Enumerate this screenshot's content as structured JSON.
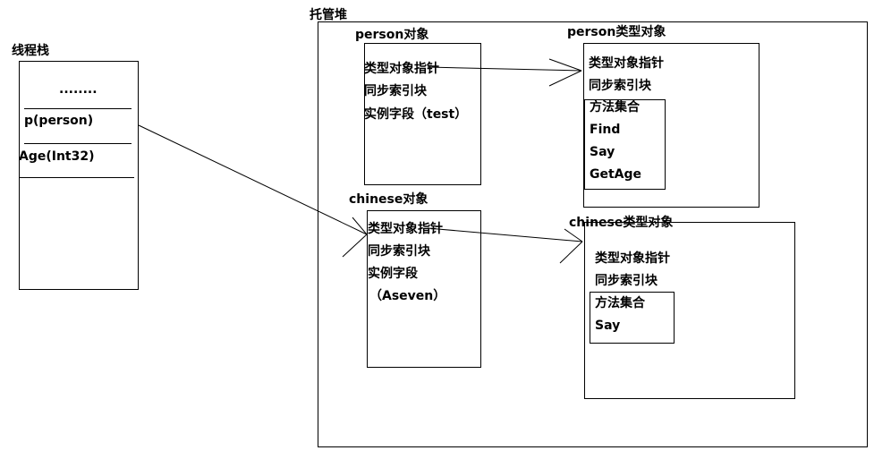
{
  "thread_stack": {
    "title": "线程栈",
    "ellipsis": "........",
    "slot_p": "p(person)",
    "slot_age": "Age(Int32)"
  },
  "managed_heap": {
    "title": "托管堆"
  },
  "person_object": {
    "title": "person对象",
    "type_pointer": "类型对象指针",
    "sync_block": "同步索引块",
    "instance_field": "实例字段（test）"
  },
  "person_type_object": {
    "title": "person类型对象",
    "type_pointer": "类型对象指针",
    "sync_block": "同步索引块",
    "methods_title": "方法集合",
    "methods": [
      "Find",
      "Say",
      "GetAge"
    ]
  },
  "chinese_object": {
    "title": "chinese对象",
    "type_pointer": "类型对象指针",
    "sync_block": "同步索引块",
    "instance_field": "实例字段",
    "instance_value": "（Aseven）"
  },
  "chinese_type_object": {
    "title": "chinese类型对象",
    "type_pointer": "类型对象指针",
    "sync_block": "同步索引块",
    "methods_title": "方法集合",
    "methods": [
      "Say"
    ]
  }
}
